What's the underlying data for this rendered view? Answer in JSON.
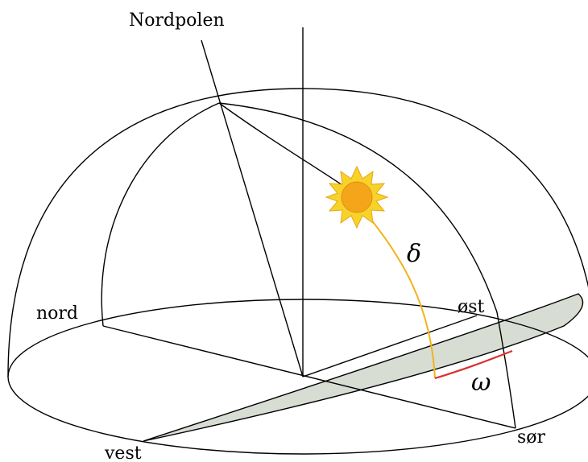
{
  "labels": {
    "north_pole": "Nordpolen",
    "north": "nord",
    "east": "øst",
    "south": "sør",
    "west": "vest",
    "delta": "δ",
    "omega": "ω"
  },
  "colors": {
    "equator_plane_fill": "#d7ddd3",
    "declination_arc": "#f3b21b",
    "hour_angle_arc": "#d9302c",
    "sun_core": "#f5a51a",
    "sun_rays": "#f7d32a"
  },
  "icons": {
    "sun": "sun-icon"
  }
}
